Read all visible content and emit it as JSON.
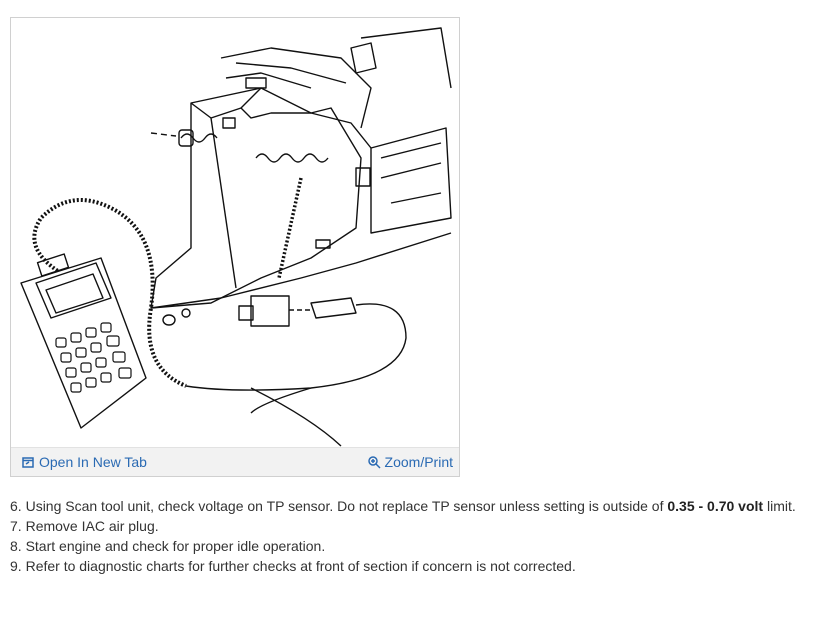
{
  "figure": {
    "open_label": "Open In New Tab",
    "zoom_label": "Zoom/Print",
    "icons": {
      "open": "open-new-tab-icon",
      "zoom": "magnifier-zoom-icon"
    }
  },
  "steps": [
    {
      "num": "6.",
      "before": "Using Scan tool unit, check voltage on TP sensor. Do not replace TP sensor unless setting is outside of",
      "bold": "0.35 - 0.70 volt",
      "after": "limit."
    },
    {
      "num": "7.",
      "text": "Remove IAC air plug."
    },
    {
      "num": "8.",
      "text": "Start engine and check for proper idle operation."
    },
    {
      "num": "9.",
      "text": "Refer to diagnostic charts for further checks at front of section if concern is not corrected."
    }
  ],
  "colors": {
    "link": "#2a6ab3",
    "bar": "#f2f2f2",
    "text": "#333333"
  }
}
